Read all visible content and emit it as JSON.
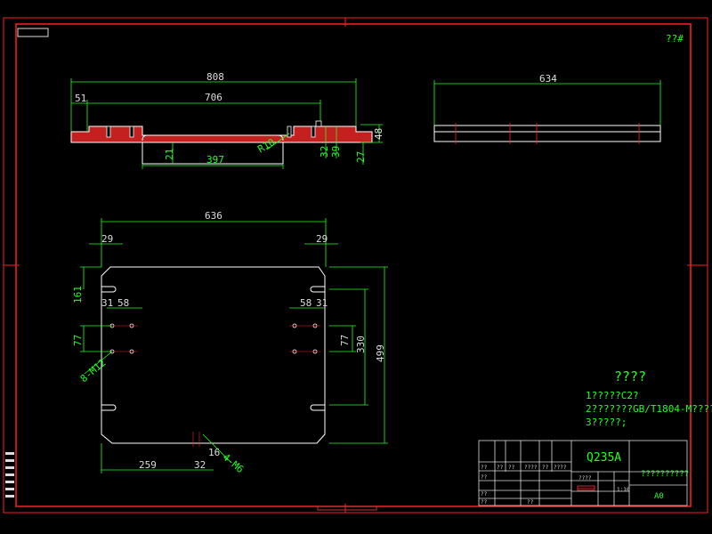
{
  "colors": {
    "frame": "#ff2020",
    "outline": "#ffffff",
    "dimension": "#20ff20",
    "hatch": "#ff2020",
    "background": "#000000"
  },
  "corner_label": "??#",
  "top_left_stamp": "",
  "front_view": {
    "dims": [
      "808",
      "51",
      "706",
      "397",
      "21",
      "R10",
      "32",
      "39",
      "48",
      "27"
    ]
  },
  "side_view": {
    "dims": [
      "634"
    ]
  },
  "plan_view": {
    "dims": [
      "636",
      "29",
      "29",
      "161",
      "31",
      "58",
      "58",
      "31",
      "77",
      "77",
      "330",
      "499",
      "8-M12",
      "259",
      "32",
      "16",
      "4-M6"
    ]
  },
  "notes": {
    "heading": "????",
    "lines": [
      "1?????C2?",
      "2???????GB/T1804-M????",
      "3?????;"
    ]
  },
  "title_block": {
    "material": "Q235A",
    "drawing_name": "??????????",
    "scale": "1:10",
    "sheet": "A0",
    "small_labels": [
      "??",
      "??",
      "??",
      "????",
      "??",
      "????",
      "??",
      "??",
      "??",
      "??",
      "????"
    ]
  }
}
